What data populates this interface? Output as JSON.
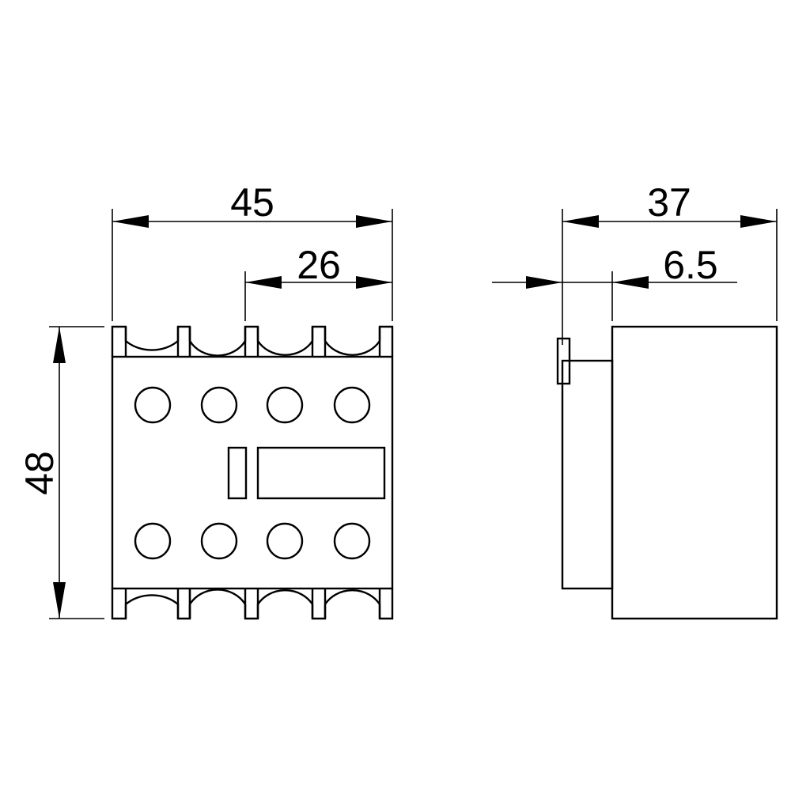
{
  "dimensions": {
    "front_width": "45",
    "front_partial_width": "26",
    "front_height": "48",
    "side_depth": "37",
    "side_offset": "6.5"
  },
  "colors": {
    "stroke": "#000000",
    "background": "#ffffff"
  }
}
